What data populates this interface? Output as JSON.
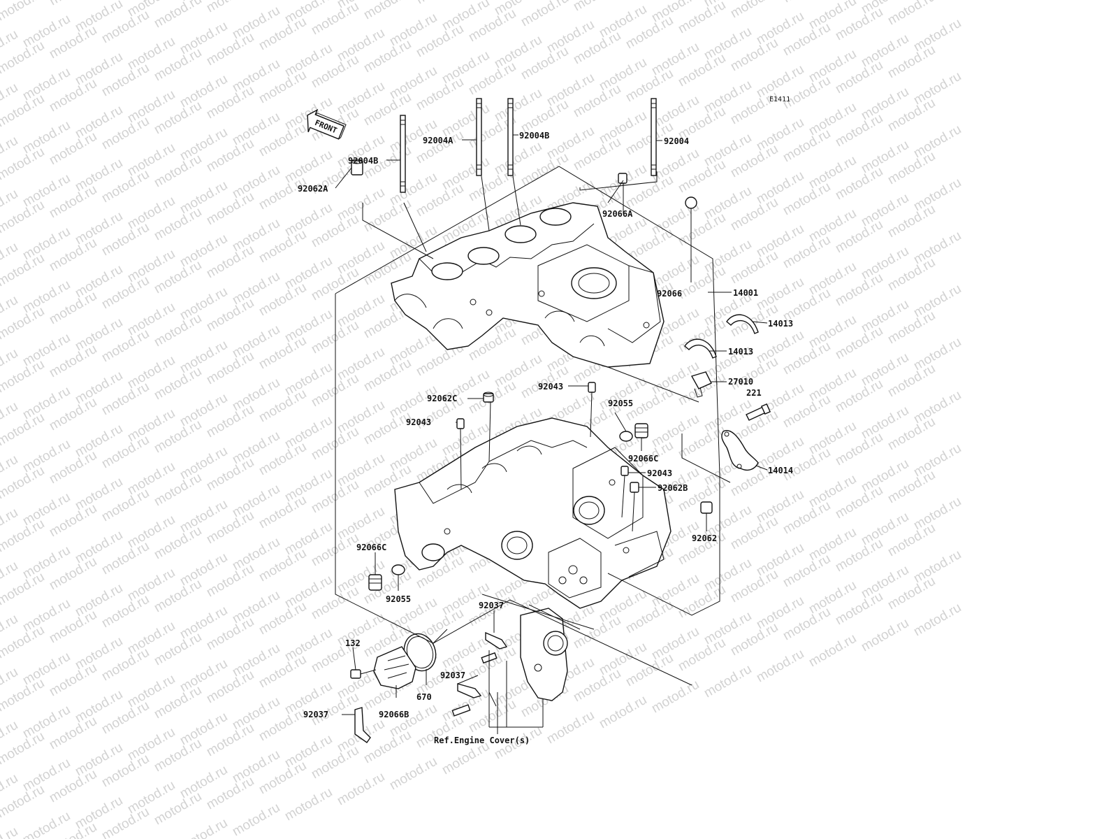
{
  "diagram": {
    "code": "E1411",
    "front_label": "FRONT",
    "watermark": "motod.ru",
    "ref_note": "Ref.Engine Cover(s)",
    "labels": [
      {
        "id": "l1",
        "text": "92004B"
      },
      {
        "id": "l2",
        "text": "92004A"
      },
      {
        "id": "l3",
        "text": "92004B"
      },
      {
        "id": "l4",
        "text": "92004"
      },
      {
        "id": "l5",
        "text": "92062A"
      },
      {
        "id": "l6",
        "text": "92066A"
      },
      {
        "id": "l7",
        "text": "92066"
      },
      {
        "id": "l8",
        "text": "14001"
      },
      {
        "id": "l9",
        "text": "14013"
      },
      {
        "id": "l10",
        "text": "14013"
      },
      {
        "id": "l11",
        "text": "27010"
      },
      {
        "id": "l12",
        "text": "221"
      },
      {
        "id": "l13",
        "text": "14014"
      },
      {
        "id": "l14",
        "text": "92062C"
      },
      {
        "id": "l15",
        "text": "92043"
      },
      {
        "id": "l16",
        "text": "92043"
      },
      {
        "id": "l17",
        "text": "92055"
      },
      {
        "id": "l18",
        "text": "92066C"
      },
      {
        "id": "l19",
        "text": "92043"
      },
      {
        "id": "l20",
        "text": "92062B"
      },
      {
        "id": "l21",
        "text": "92062"
      },
      {
        "id": "l22",
        "text": "92066C"
      },
      {
        "id": "l23",
        "text": "92055"
      },
      {
        "id": "l24",
        "text": "92037"
      },
      {
        "id": "l25",
        "text": "132"
      },
      {
        "id": "l26",
        "text": "92037"
      },
      {
        "id": "l27",
        "text": "670"
      },
      {
        "id": "l28",
        "text": "92037"
      },
      {
        "id": "l29",
        "text": "92066B"
      }
    ]
  }
}
